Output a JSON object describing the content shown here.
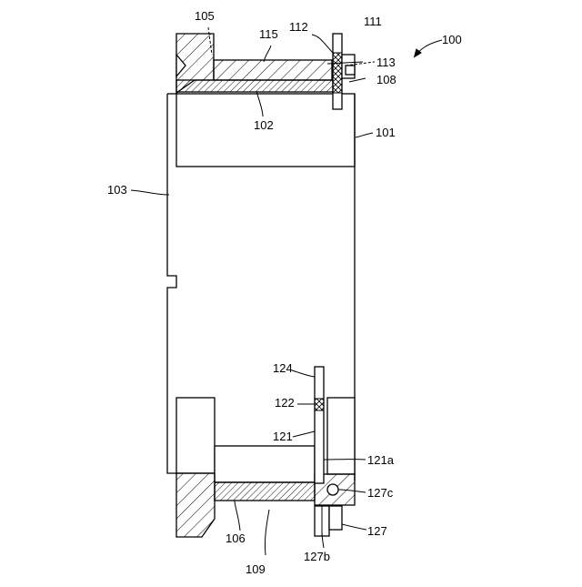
{
  "figure": {
    "labels": {
      "l100": "100",
      "l101": "101",
      "l102": "102",
      "l103": "103",
      "l105": "105",
      "l106": "106",
      "l108": "108",
      "l109": "109",
      "l111": "111",
      "l112": "112",
      "l113": "113",
      "l115": "115",
      "l121": "121",
      "l121a": "121a",
      "l122": "122",
      "l124": "124",
      "l127": "127",
      "l127b": "127b",
      "l127c": "127c"
    }
  }
}
